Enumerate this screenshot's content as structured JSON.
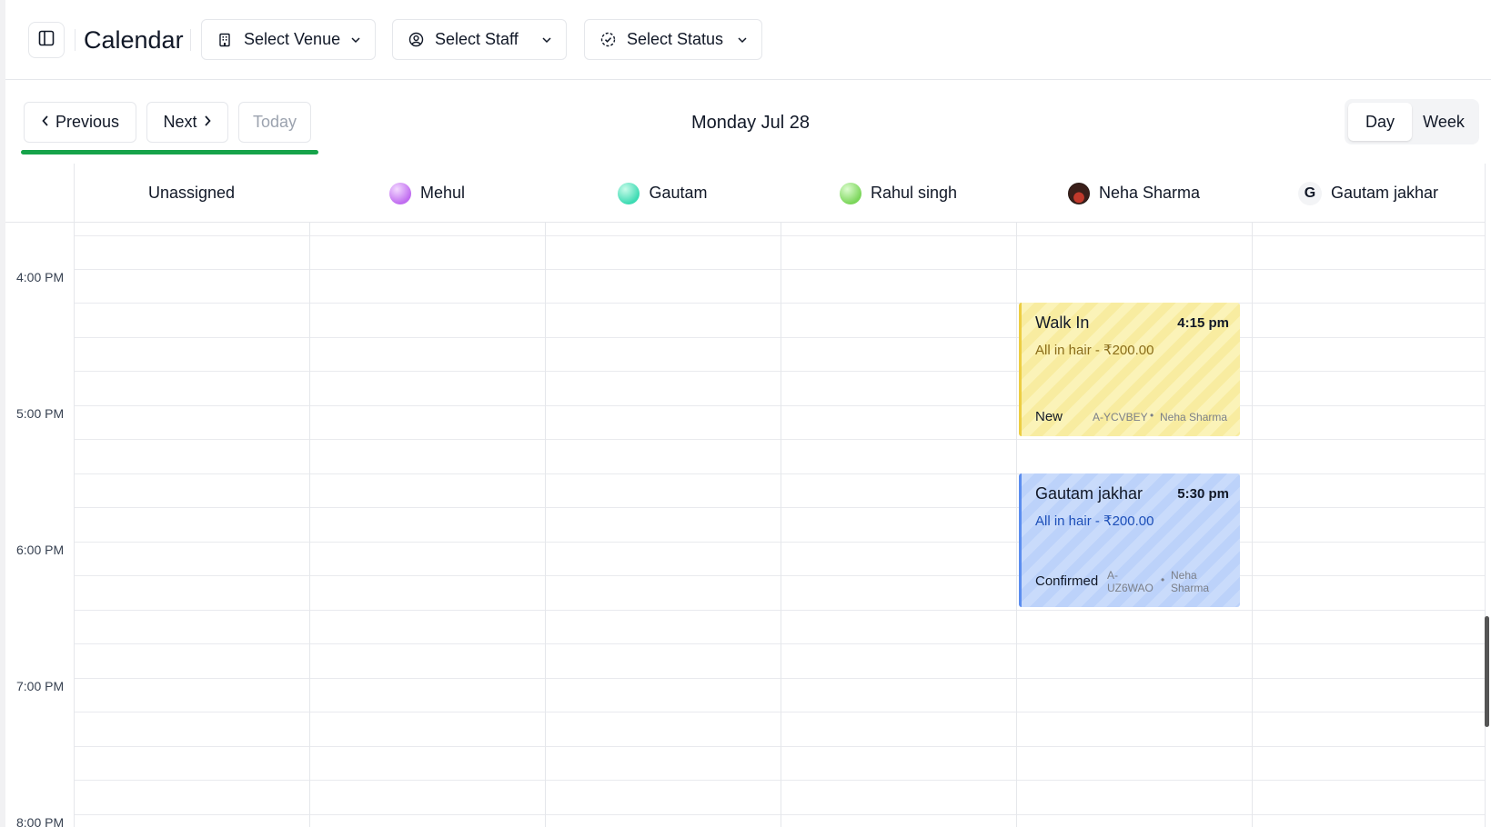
{
  "header": {
    "title": "Calendar",
    "filters": {
      "venue": "Select Venue",
      "staff": "Select Staff",
      "status": "Select Status"
    }
  },
  "nav": {
    "previous": "Previous",
    "next": "Next",
    "today": "Today",
    "date": "Monday Jul 28",
    "views": [
      "Day",
      "Week"
    ],
    "active_view": "Day"
  },
  "staff": [
    {
      "name": "Unassigned",
      "avatar": "none"
    },
    {
      "name": "Mehul",
      "avatar": "purple-gradient"
    },
    {
      "name": "Gautam",
      "avatar": "teal-gradient"
    },
    {
      "name": "Rahul singh",
      "avatar": "green-gradient"
    },
    {
      "name": "Neha Sharma",
      "avatar": "photo"
    },
    {
      "name": "Gautam jakhar",
      "avatar": "G"
    }
  ],
  "times": [
    "4:00 PM",
    "5:00 PM",
    "6:00 PM",
    "7:00 PM",
    "8:00 PM"
  ],
  "events": [
    {
      "title": "Walk In",
      "time": "4:15 pm",
      "service": "All in hair - ₹200.00",
      "status": "New",
      "code": "A-YCVBEY",
      "staff": "Neha Sharma",
      "color": "#f8eca0"
    },
    {
      "title": "Gautam jakhar",
      "time": "5:30 pm",
      "service": "All in hair - ₹200.00",
      "status": "Confirmed",
      "code_line1": "A-",
      "code_line2": "UZ6WAO",
      "staff_line1": "Neha",
      "staff_line2": "Sharma",
      "color": "#c9dbfb"
    }
  ],
  "colors": {
    "accent_underline": "#16a34a",
    "border": "#e5e7eb"
  }
}
